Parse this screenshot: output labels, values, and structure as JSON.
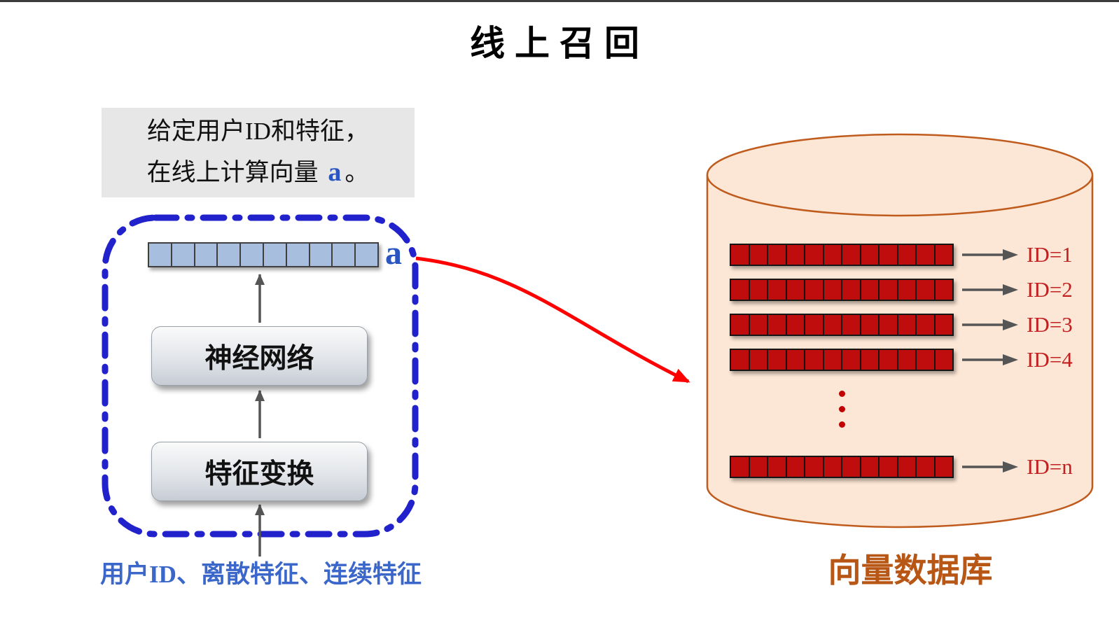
{
  "title": "线上召回",
  "note": {
    "line1": "给定用户ID和特征，",
    "line2_pre": "在线上计算向量 ",
    "vector_symbol": "a",
    "line2_post": "。"
  },
  "pipeline": {
    "output_vector_label": "a",
    "vector_cells": 10,
    "neural_network_label": "神经网络",
    "feature_transform_label": "特征变换",
    "input_label": "用户ID、离散特征、连续特征"
  },
  "database": {
    "title": "向量数据库",
    "cells_per_row": 12,
    "rows": [
      {
        "id": "ID=1"
      },
      {
        "id": "ID=2"
      },
      {
        "id": "ID=3"
      },
      {
        "id": "ID=4"
      },
      {
        "id": "ID=n"
      }
    ]
  },
  "colors": {
    "accent_blue": "#2b55c0",
    "dashed_border_blue": "#2222cc",
    "vector_cell_blue": "#a7bedf",
    "db_cell_red": "#bf0d0d",
    "id_label_red": "#c02020",
    "cylinder_fill": "#fce6d5",
    "cylinder_stroke": "#bf5b1d",
    "db_title_brown": "#b85715",
    "arrow_red": "#ff0000",
    "arrow_gray": "#555555"
  }
}
